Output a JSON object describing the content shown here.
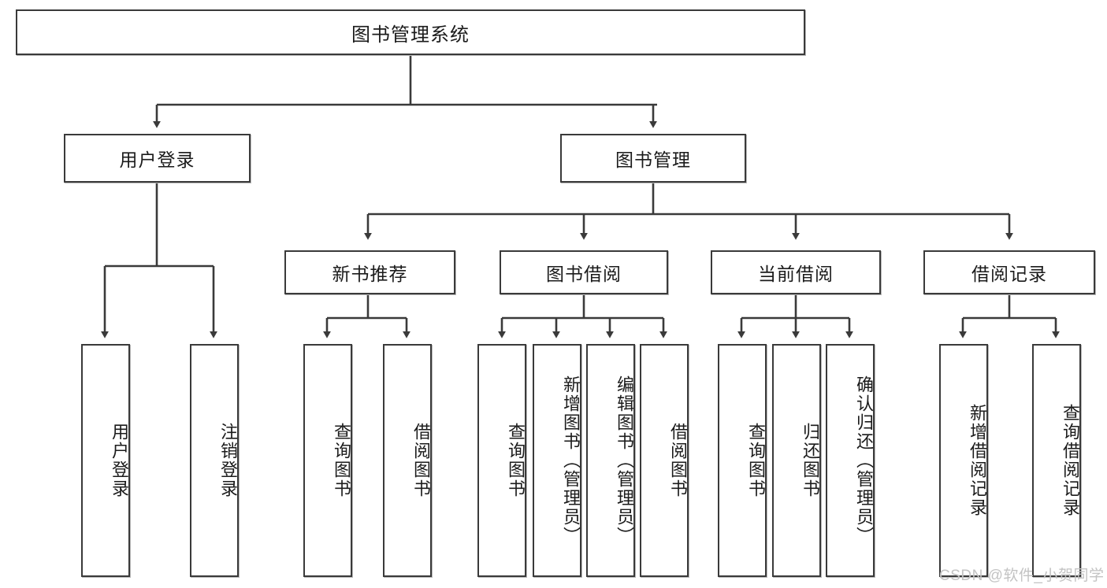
{
  "diagram": {
    "type": "hierarchy-tree",
    "title": "图书管理系统",
    "root": {
      "label": "图书管理系统"
    },
    "level2": [
      {
        "label": "用户登录"
      },
      {
        "label": "图书管理"
      }
    ],
    "level3": [
      {
        "label": "新书推荐"
      },
      {
        "label": "图书借阅"
      },
      {
        "label": "当前借阅"
      },
      {
        "label": "借阅记录"
      }
    ],
    "leaves": {
      "user_login": [
        {
          "label": "用户登录"
        },
        {
          "label": "注销登录"
        }
      ],
      "new_book_recommend": [
        {
          "label": "查询图书"
        },
        {
          "label": "借阅图书"
        }
      ],
      "book_borrow": [
        {
          "label": "查询图书"
        },
        {
          "label": "新增图书（管理员）"
        },
        {
          "label": "编辑图书（管理员）"
        },
        {
          "label": "借阅图书"
        }
      ],
      "current_borrow": [
        {
          "label": "查询图书"
        },
        {
          "label": "归还图书"
        },
        {
          "label": "确认归还（管理员）"
        }
      ],
      "borrow_record": [
        {
          "label": "新增借阅记录"
        },
        {
          "label": "查询借阅记录"
        }
      ]
    }
  },
  "watermark": {
    "text": "CSDN @软件_小贺同学"
  },
  "colors": {
    "stroke": "#3a3a3a",
    "text": "#1b1b1b",
    "background": "#ffffff",
    "watermark": "#c3c3c3"
  }
}
